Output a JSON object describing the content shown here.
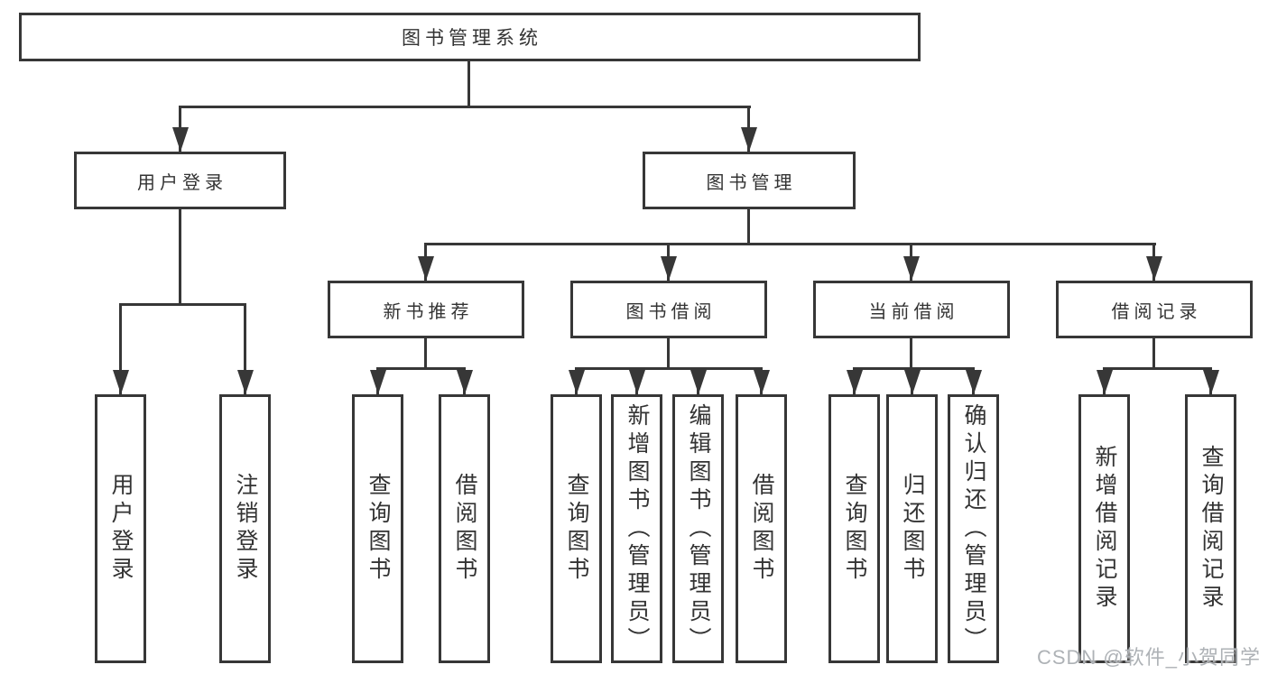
{
  "diagram": {
    "root": {
      "label": "图书管理系统"
    },
    "branches": [
      {
        "label": "用户登录",
        "children": [
          {
            "label": "用户登录"
          },
          {
            "label": "注销登录"
          }
        ]
      },
      {
        "label": "图书管理",
        "children": [
          {
            "label": "新书推荐",
            "children": [
              {
                "label": "查询图书"
              },
              {
                "label": "借阅图书"
              }
            ]
          },
          {
            "label": "图书借阅",
            "children": [
              {
                "label": "查询图书"
              },
              {
                "label": "新增图书（管理员）"
              },
              {
                "label": "编辑图书（管理员）"
              },
              {
                "label": "借阅图书"
              }
            ]
          },
          {
            "label": "当前借阅",
            "children": [
              {
                "label": "查询图书"
              },
              {
                "label": "归还图书"
              },
              {
                "label": "确认归还（管理员）"
              }
            ]
          },
          {
            "label": "借阅记录",
            "children": [
              {
                "label": "新增借阅记录"
              },
              {
                "label": "查询借阅记录"
              }
            ]
          }
        ]
      }
    ]
  },
  "watermark": {
    "text": "CSDN @软件_小贺同学"
  },
  "colors": {
    "line": "#373737",
    "box-fill": "#ffffff",
    "text": "#333333",
    "watermark": "#aeb2b6",
    "bg": "#ffffff"
  }
}
